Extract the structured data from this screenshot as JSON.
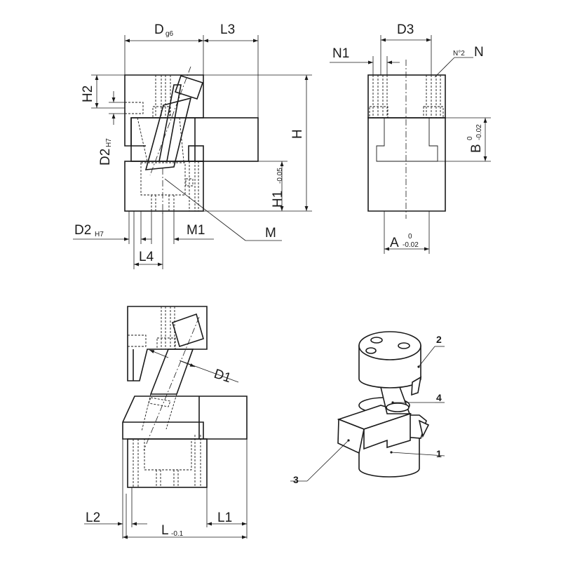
{
  "labels": {
    "d": "D",
    "d_sub": "g6",
    "l3": "L3",
    "h2": "H2",
    "d2_left": "D2",
    "d2_left_sub": "H7",
    "h": "H",
    "h1": "H1",
    "h1_tol": "-0.05",
    "d2_bottom": "D2",
    "d2_bottom_sub": "H7",
    "m1": "M1",
    "m": "M",
    "l4": "L4",
    "d3": "D3",
    "n1": "N1",
    "n": "N",
    "n_prefix": "N°2",
    "b": "B",
    "b_tol_upper": "0",
    "b_tol_lower": "-0.02",
    "a": "A",
    "a_tol_upper": "0",
    "a_tol_lower": "-0.02",
    "d1": "D1",
    "l2": "L2",
    "l": "L",
    "l_tol": "-0.1",
    "l1": "L1"
  },
  "callouts": [
    "1",
    "2",
    "3",
    "4"
  ]
}
